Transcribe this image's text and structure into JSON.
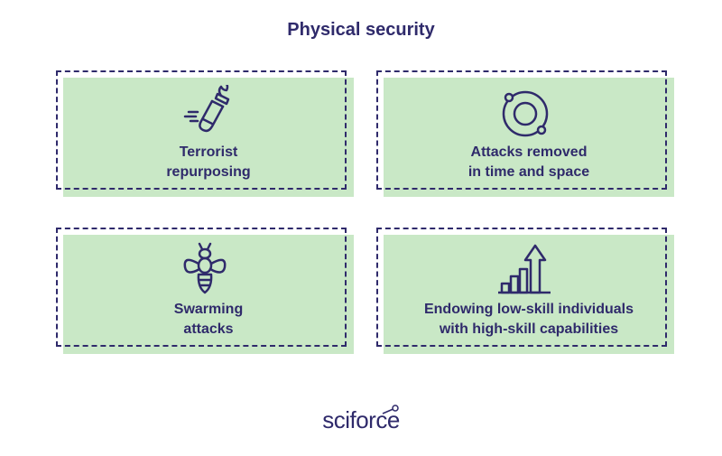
{
  "title": "Physical security",
  "cards": [
    {
      "icon": "molotov-cocktail-icon",
      "lines": [
        "Terrorist",
        "repurposing"
      ]
    },
    {
      "icon": "orbit-icon",
      "lines": [
        "Attacks removed",
        "in time and space"
      ]
    },
    {
      "icon": "wasp-icon",
      "lines": [
        "Swarming",
        "attacks"
      ]
    },
    {
      "icon": "growth-chart-arrow-icon",
      "lines": [
        "Endowing low-skill individuals",
        "with high-skill capabilities"
      ]
    }
  ],
  "logo": "sciforce",
  "colors": {
    "navy": "#2f2a6b",
    "green": "#c9e8c6"
  }
}
